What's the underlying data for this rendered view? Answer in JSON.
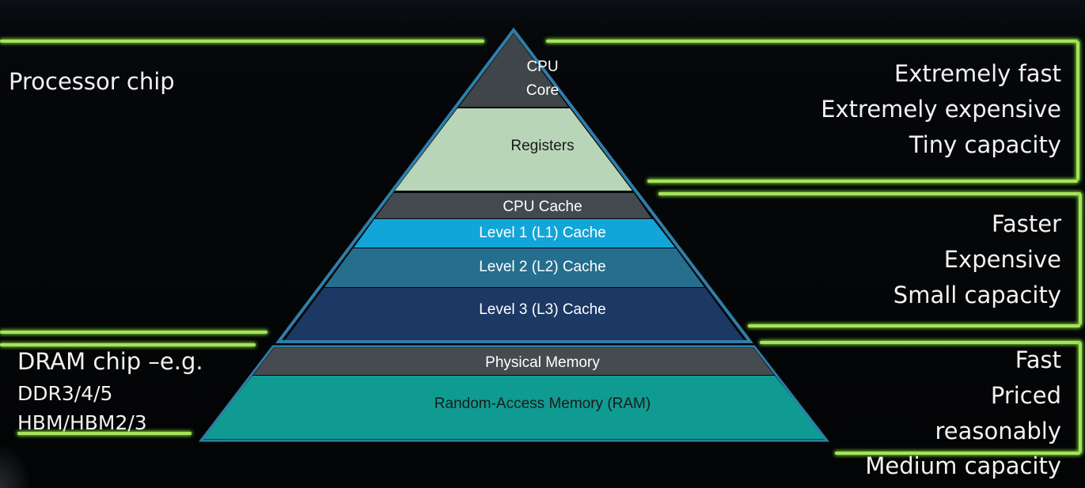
{
  "colors": {
    "background": "#050607",
    "accent_glow": "#a6e35a",
    "pyramid_outline": "#2f7ea8"
  },
  "pyramid": {
    "cpu_core": {
      "line1": "CPU",
      "line2": "Core",
      "color": "#3f4549"
    },
    "registers": {
      "label": "Registers",
      "color": "#b9d5b7"
    },
    "cpu_cache": {
      "label": "CPU Cache",
      "color": "#434a4f"
    },
    "l1": {
      "label": "Level 1 (L1) Cache",
      "color": "#12a5d8"
    },
    "l2": {
      "label": "Level 2 (L2) Cache",
      "color": "#256e8e"
    },
    "l3": {
      "label": "Level 3 (L3) Cache",
      "color": "#1c3864"
    },
    "physical_memory": {
      "label": "Physical Memory",
      "color": "#464b50"
    },
    "ram": {
      "label": "Random-Access Memory (RAM)",
      "color": "#0f9b91"
    }
  },
  "left": {
    "processor": "Processor chip",
    "dram_title": "DRAM chip –e.g.",
    "dram_line2": "DDR3/4/5",
    "dram_line3": "HBM/HBM2/3"
  },
  "right": {
    "top": [
      "Extremely fast",
      "Extremely expensive",
      "Tiny capacity"
    ],
    "middle": [
      "Faster",
      "Expensive",
      "Small capacity"
    ],
    "bottom": [
      "Fast",
      "Priced",
      "reasonably",
      "Medium capacity"
    ]
  }
}
